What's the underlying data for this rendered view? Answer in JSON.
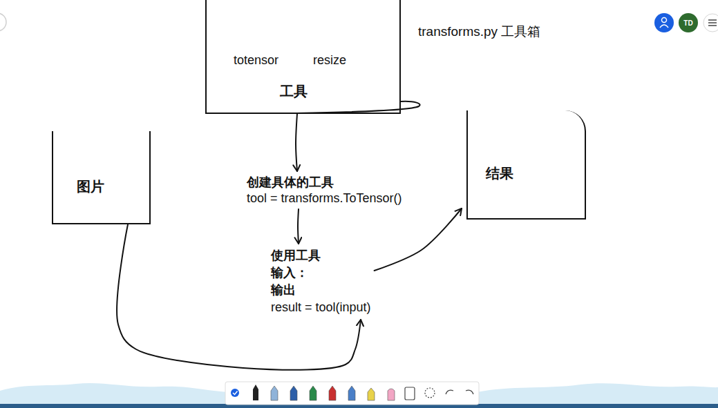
{
  "diagram": {
    "nodes": [
      {
        "text": [
          "totensor",
          "resize",
          "工具",
          "transforms.py 工具箱"
        ]
      },
      {
        "text": [
          "创建具体的工具",
          "tool = transforms.ToTensor()"
        ]
      },
      {
        "text": [
          "使用工具",
          "输入：",
          "输出",
          "result = tool(input)"
        ]
      },
      {
        "text": [
          "图片"
        ]
      },
      {
        "text": [
          "结果"
        ]
      }
    ],
    "edges": [
      {
        "from": 0,
        "to": 1,
        "arrow": "to"
      },
      {
        "from": 1,
        "to": 2,
        "arrow": "to"
      },
      {
        "from": 3,
        "to": 2,
        "arrow": "to"
      },
      {
        "from": 2,
        "to": 4,
        "arrow": "to"
      }
    ],
    "labels": [
      "TD"
    ]
  }
}
